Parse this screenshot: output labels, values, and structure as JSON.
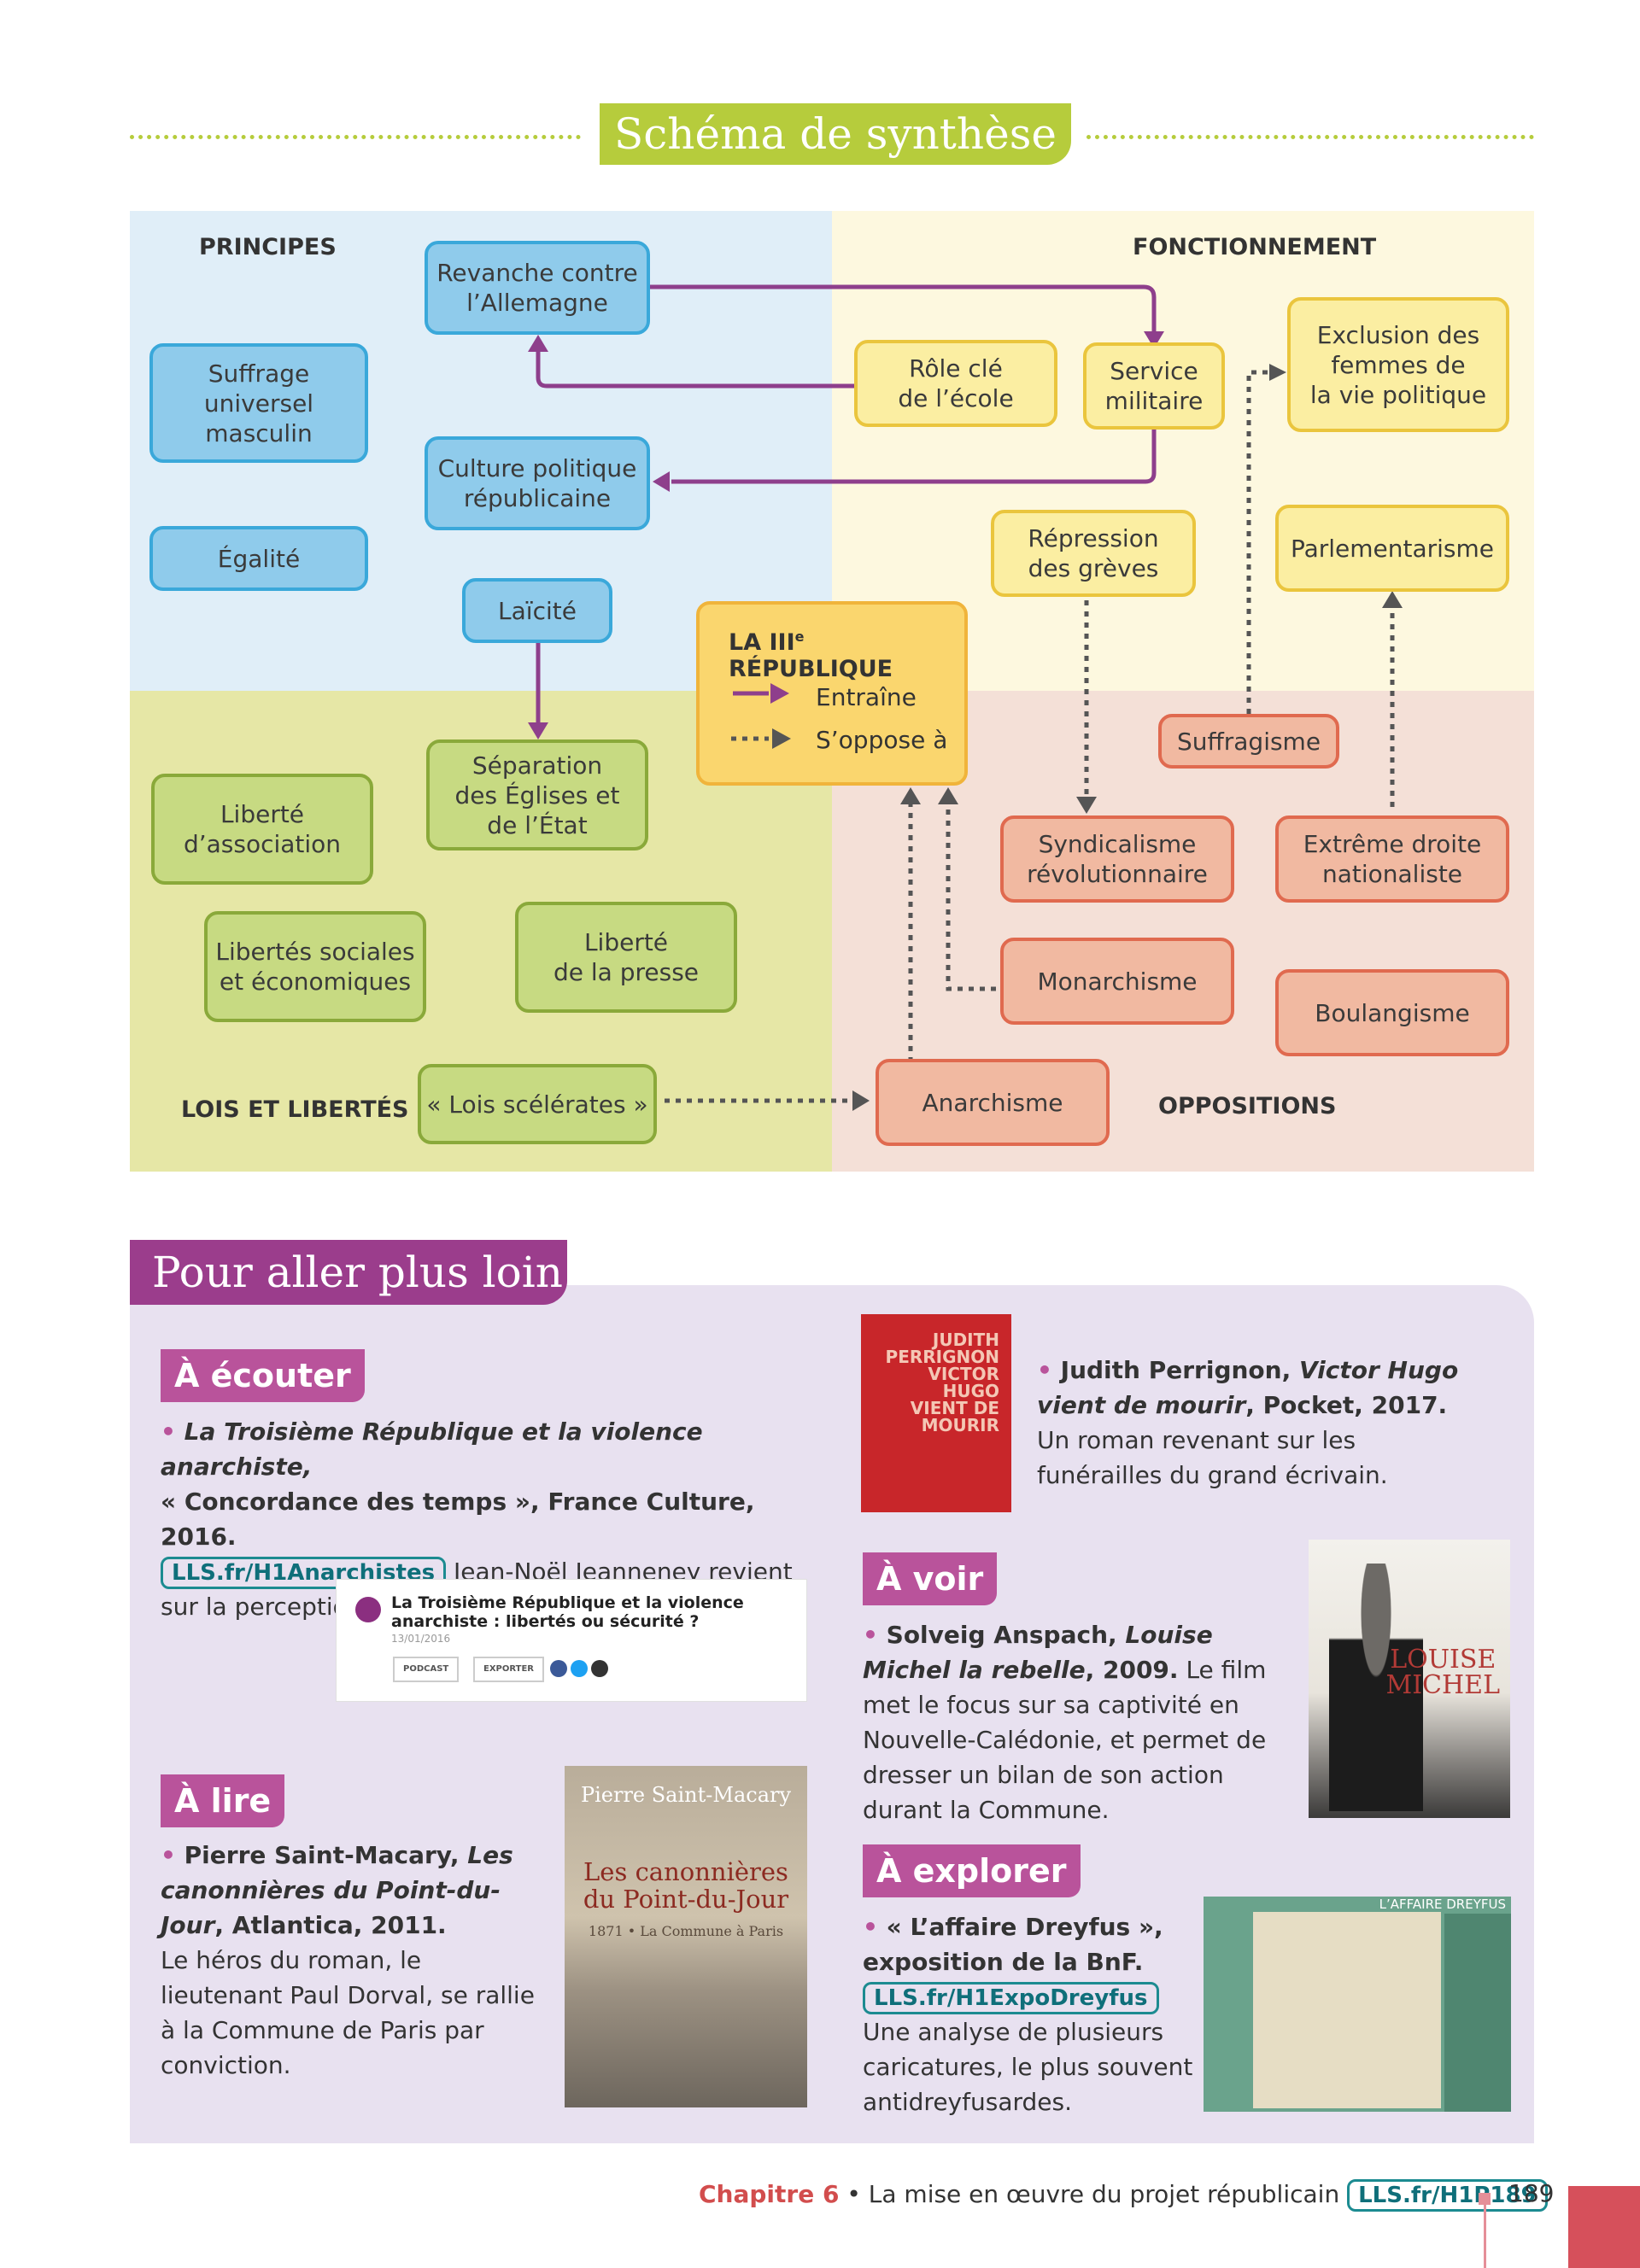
{
  "header": {
    "title": "Schéma de synthèse"
  },
  "diagram": {
    "sections": {
      "principes": "PRINCIPES",
      "fonctionnement": "FONCTIONNEMENT",
      "lois": "LOIS ET LIBERTÉS",
      "oppositions": "OPPOSITIONS"
    },
    "legend": {
      "title_pre": "LA III",
      "title_sup": "e",
      "title_post": " RÉPUBLIQUE",
      "entraine": "Entraîne",
      "oppose": "S’oppose à"
    },
    "nodes": {
      "revanche": "Revanche contre\nl’Allemagne",
      "suffrage": "Suffrage universel\nmasculin",
      "culture": "Culture politique\nrépublicaine",
      "egalite": "Égalité",
      "laicite": "Laïcité",
      "role_ecole": "Rôle clé\nde l’école",
      "service": "Service\nmilitaire",
      "exclusion": "Exclusion des\nfemmes de\nla vie politique",
      "repression": "Répression\ndes grèves",
      "parlementarisme": "Parlementarisme",
      "separation": "Séparation\ndes Églises et\nde l’État",
      "liberte_asso": "Liberté\nd’association",
      "libertes_soc": "Libertés sociales\net économiques",
      "liberte_presse": "Liberté\nde la presse",
      "lois_scelerates": "« Lois scélérates »",
      "suffragisme": "Suffragisme",
      "syndicalisme": "Syndicalisme\nrévolutionnaire",
      "extreme_droite": "Extrême droite\nnationaliste",
      "monarchisme": "Monarchisme",
      "boulangisme": "Boulangisme",
      "anarchisme": "Anarchisme"
    },
    "colors": {
      "entraine_arrow": "#8e3f8c",
      "oppose_arrow": "#555555"
    }
  },
  "further": {
    "title": "Pour aller plus loin",
    "ecouter": {
      "tag": "À écouter",
      "title_italic": "La Troisième République et la violence anarchiste,",
      "source": "« Concordance des temps », France Culture, 2016.",
      "link": "LLS.fr/H1Anarchistes",
      "text": " Jean-Noël Jeanneney revient sur la perception des anarchistes et de leurs actions.",
      "podcast": {
        "title": "La Troisième République et la violence anarchiste : libertés ou sécurité ?",
        "date": "13/01/2016",
        "btn1": "PODCAST",
        "btn2": "EXPORTER"
      }
    },
    "lire": {
      "tag": "À lire",
      "author": "Pierre Saint-Macary, ",
      "title_italic": "Les canonnières du Point-du-Jour",
      "publisher": ", Atlantica, 2011.",
      "text": "Le héros du roman, le lieutenant Paul Dorval, se rallie à la Commune de Paris par conviction.",
      "cover": {
        "author": "Pierre Saint-Macary",
        "title": "Les canonnières\ndu Point-du-Jour",
        "subtitle": "1871 • La Commune à Paris"
      }
    },
    "livre": {
      "author": "Judith Perrignon, ",
      "title_italic": "Victor Hugo vient de mourir",
      "publisher": ", Pocket, 2017.",
      "text": "Un roman revenant sur les funérailles du grand écrivain.",
      "cover": "JUDITH\nPERRIGNON\nVICTOR\nHUGO\nVIENT DE\nMOURIR"
    },
    "voir": {
      "tag": "À voir",
      "author": "Solveig Anspach, ",
      "title_italic": "Louise Michel la rebelle",
      "year": ", 2009.",
      "text": " Le film met le focus sur sa captivité en Nouvelle-Calédonie, et permet de dresser un bilan de son action durant la Commune.",
      "cover": "LOUISE\nMICHEL"
    },
    "explorer": {
      "tag": "À explorer",
      "title": "« L’affaire Dreyfus », exposition de la BnF.",
      "link": "LLS.fr/H1ExpoDreyfus",
      "text": "Une analyse de plusieurs caricatures, le plus souvent antidreyfusardes.",
      "header": "L’AFFAIRE DREYFUS"
    }
  },
  "footer": {
    "chapter": "Chapitre 6",
    "text": " • La mise en œuvre du projet républicain ",
    "link": "LLS.fr/H1P189",
    "page": "189"
  }
}
